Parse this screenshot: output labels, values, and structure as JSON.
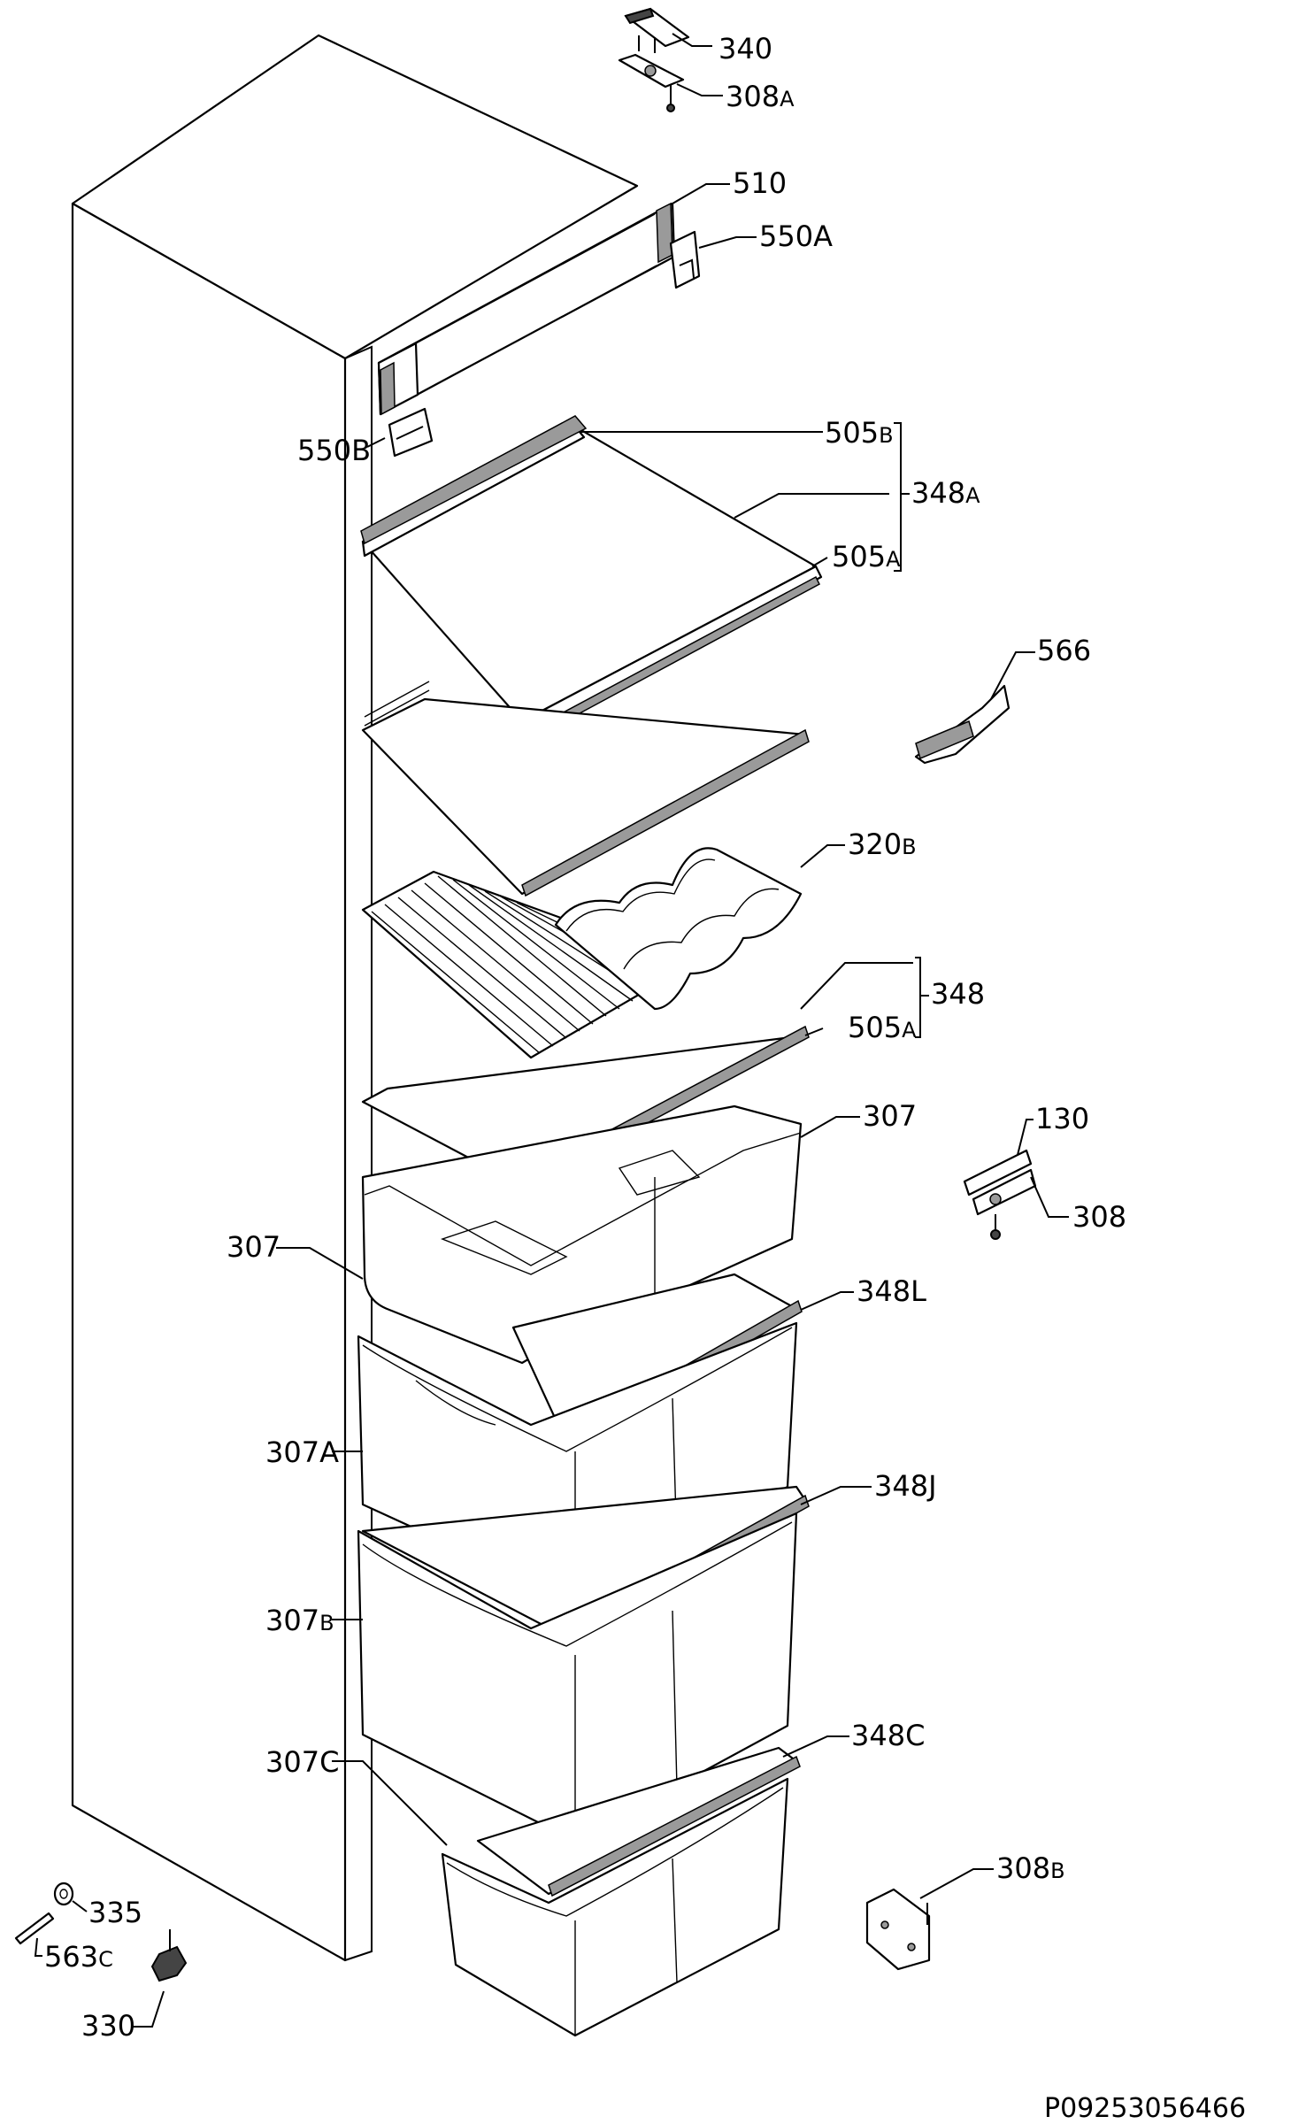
{
  "drawing_code": "P09253056466",
  "parts": [
    {
      "id": "p340",
      "number": "340",
      "suffix": ""
    },
    {
      "id": "p308A",
      "number": "308",
      "suffix": "A"
    },
    {
      "id": "p510",
      "number": "510",
      "suffix": ""
    },
    {
      "id": "p550A",
      "number": "550A",
      "suffix": ""
    },
    {
      "id": "p550B",
      "number": "550B",
      "suffix": ""
    },
    {
      "id": "p505B",
      "number": "505",
      "suffix": "B"
    },
    {
      "id": "p348A",
      "number": "348",
      "suffix": "A"
    },
    {
      "id": "p505A_1",
      "number": "505",
      "suffix": "A"
    },
    {
      "id": "p566",
      "number": "566",
      "suffix": ""
    },
    {
      "id": "p320B",
      "number": "320",
      "suffix": "B"
    },
    {
      "id": "p348",
      "number": "348",
      "suffix": ""
    },
    {
      "id": "p505A_2",
      "number": "505",
      "suffix": "A"
    },
    {
      "id": "p307_right",
      "number": "307",
      "suffix": ""
    },
    {
      "id": "p130",
      "number": "130",
      "suffix": ""
    },
    {
      "id": "p308",
      "number": "308",
      "suffix": ""
    },
    {
      "id": "p307_left",
      "number": "307",
      "suffix": ""
    },
    {
      "id": "p348L",
      "number": "348L",
      "suffix": ""
    },
    {
      "id": "p307A",
      "number": "307A",
      "suffix": ""
    },
    {
      "id": "p348J",
      "number": "348J",
      "suffix": ""
    },
    {
      "id": "p307B",
      "number": "307",
      "suffix": "B"
    },
    {
      "id": "p307C",
      "number": "307C",
      "suffix": ""
    },
    {
      "id": "p348C",
      "number": "348C",
      "suffix": ""
    },
    {
      "id": "p308B",
      "number": "308",
      "suffix": "B"
    },
    {
      "id": "p335",
      "number": "335",
      "suffix": ""
    },
    {
      "id": "p563C",
      "number": "563",
      "suffix": "C"
    },
    {
      "id": "p330",
      "number": "330",
      "suffix": ""
    }
  ]
}
